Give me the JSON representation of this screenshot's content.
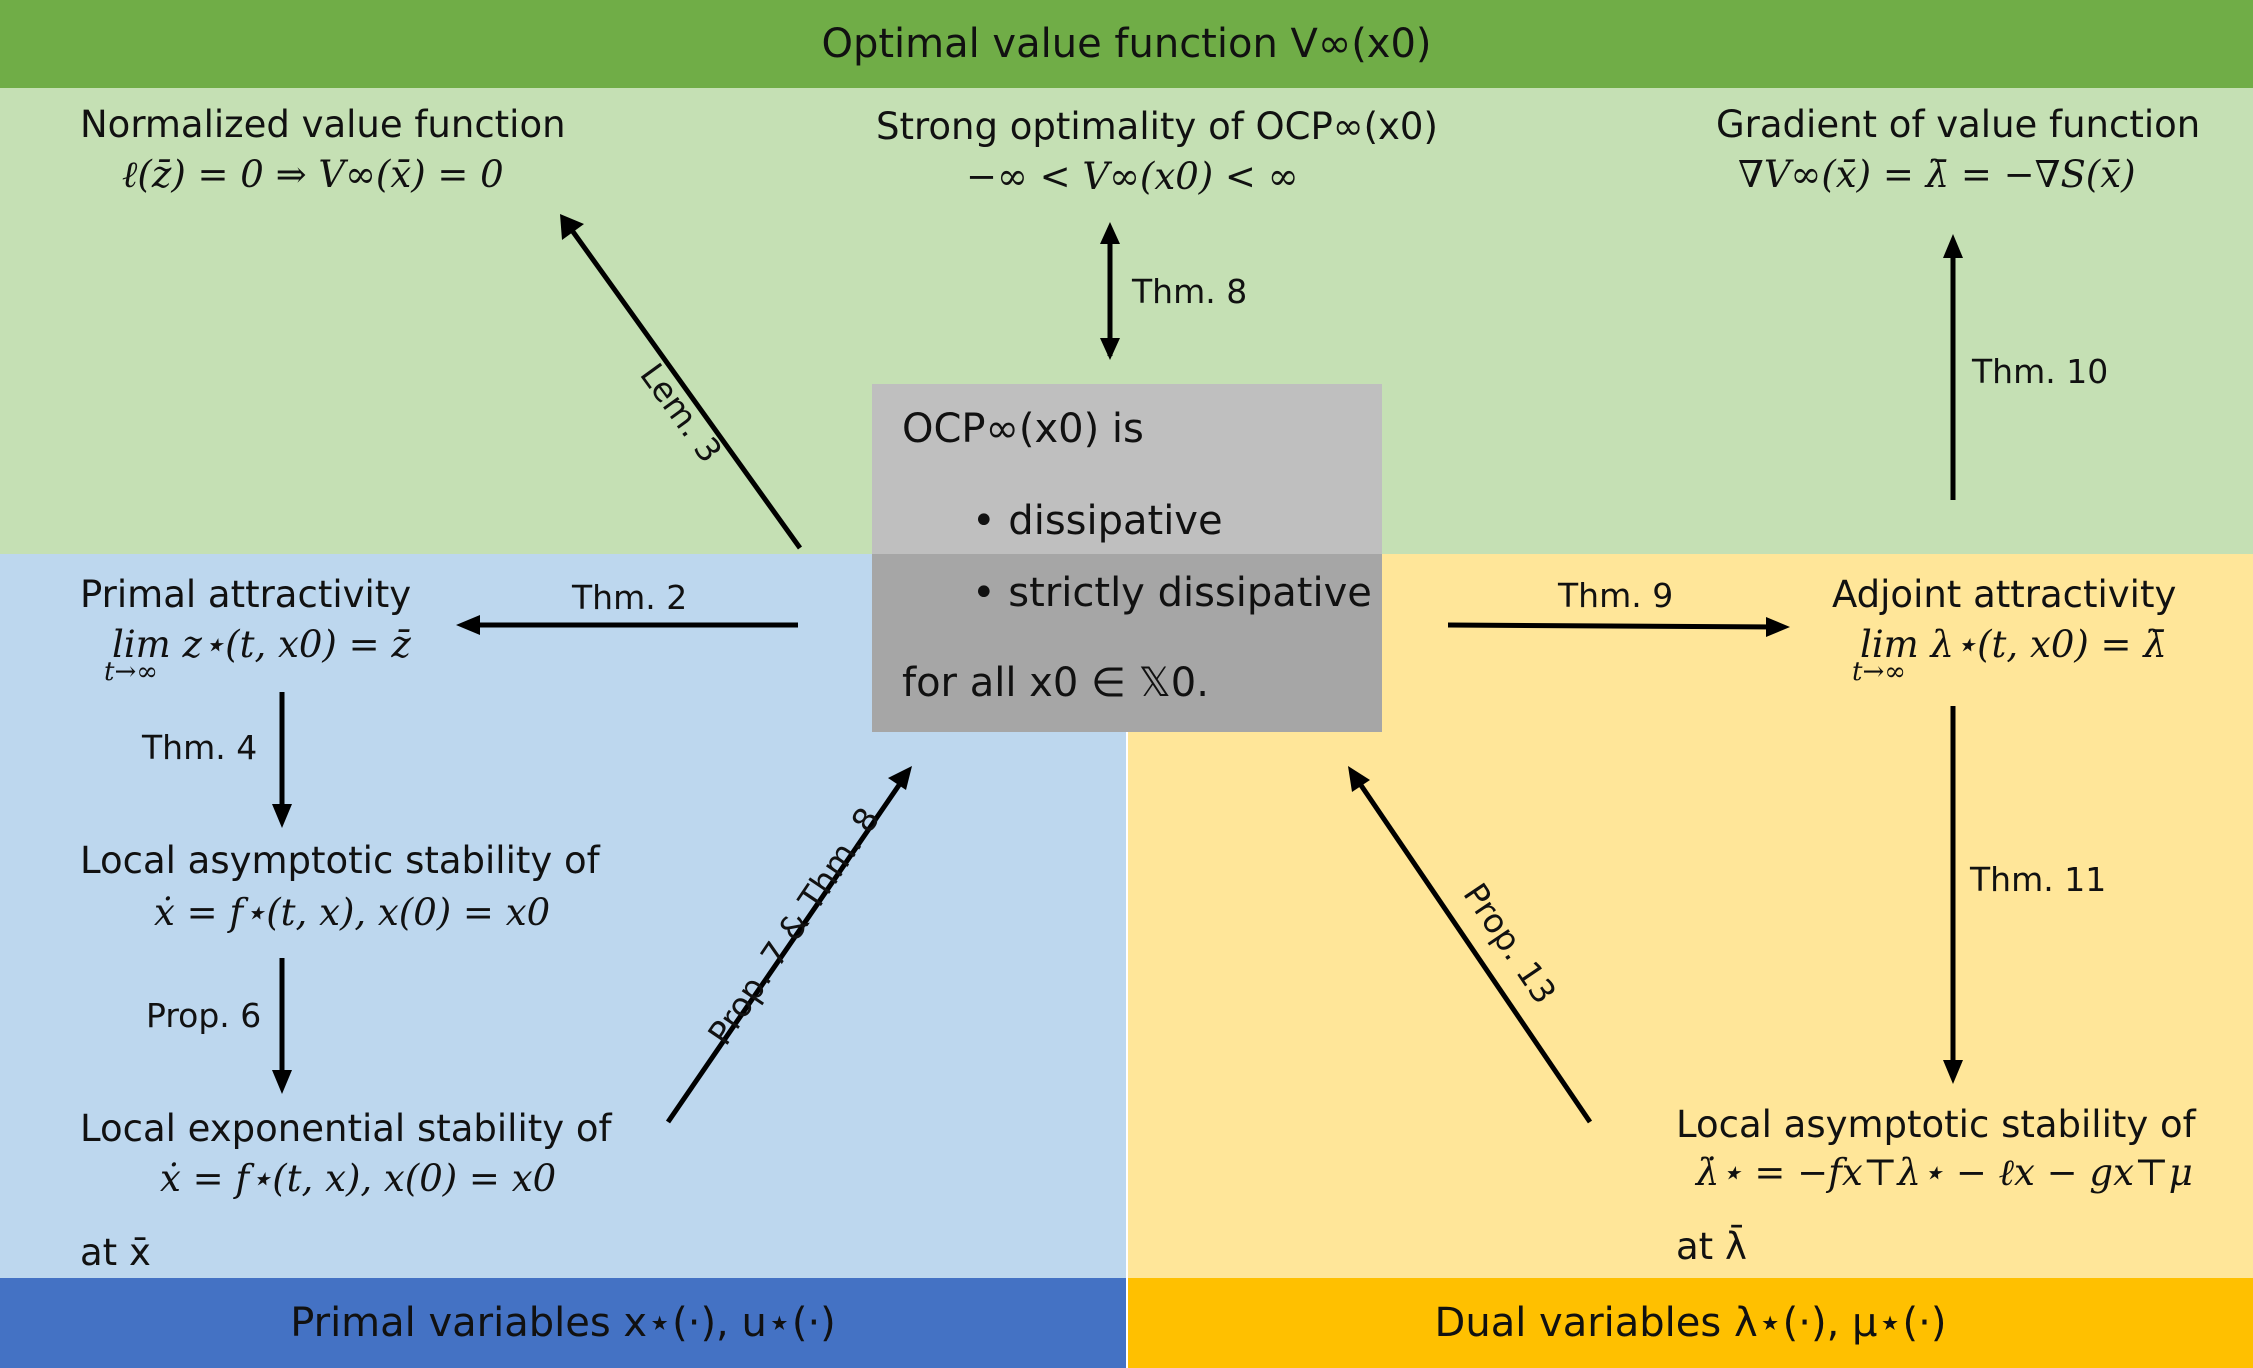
{
  "colors": {
    "top_bar": "#70ad47",
    "top_region": "#c5e0b4",
    "left_region": "#bdd7ee",
    "right_region": "#ffe699",
    "bottom_left_bar": "#4472c4",
    "bottom_right_bar": "#ffc000",
    "box_top": "#bfbfbf",
    "box_bottom": "#a6a6a6"
  },
  "header": {
    "title": "Optimal value function V∞(x0)"
  },
  "footer": {
    "primal": "Primal variables x⋆(·), u⋆(·)",
    "dual": "Dual variables λ⋆(·), μ⋆(·)"
  },
  "center_box": {
    "line1": "OCP∞(x0) is",
    "bullet1": "• dissipative",
    "bullet2": "• strictly dissipative",
    "line4": "for all x0 ∈ 𝕏0."
  },
  "nodes": {
    "normalized": {
      "title": "Normalized value function",
      "formula": "ℓ(z̄) = 0 ⇒ V∞(x̄) = 0"
    },
    "strong": {
      "title": "Strong optimality of OCP∞(x0)",
      "formula": "−∞ < V∞(x0) < ∞"
    },
    "gradient": {
      "title": "Gradient of value function",
      "formula": "∇V∞(x̄) = λ̄ = −∇S(x̄)"
    },
    "primal_attr": {
      "title": "Primal attractivity",
      "formula": "lim z⋆(t, x0) = z̄",
      "sub": "t→∞"
    },
    "adjoint_attr": {
      "title": "Adjoint attractivity",
      "formula": "lim λ⋆(t, x0) = λ̄",
      "sub": "t→∞"
    },
    "local_asym": {
      "title": "Local asymptotic stability of",
      "formula": "ẋ = f⋆(t, x),    x(0) = x0"
    },
    "local_exp": {
      "title": "Local exponential stability of",
      "formula": "ẋ = f⋆(t, x),    x(0) = x0",
      "at": "at x̄"
    },
    "local_asym_dual": {
      "title": "Local asymptotic stability of",
      "formula": "λ̇⋆ = −fx⊤λ⋆ − ℓx − gx⊤μ",
      "at": "at λ̄"
    }
  },
  "edges": {
    "lem3": "Lem. 3",
    "thm8": "Thm. 8",
    "thm10": "Thm. 10",
    "thm2": "Thm. 2",
    "thm9": "Thm. 9",
    "thm4": "Thm. 4",
    "prop6": "Prop. 6",
    "prop7thm8": "Prop. 7 & Thm. 8",
    "prop13": "Prop. 13",
    "thm11": "Thm. 11"
  }
}
